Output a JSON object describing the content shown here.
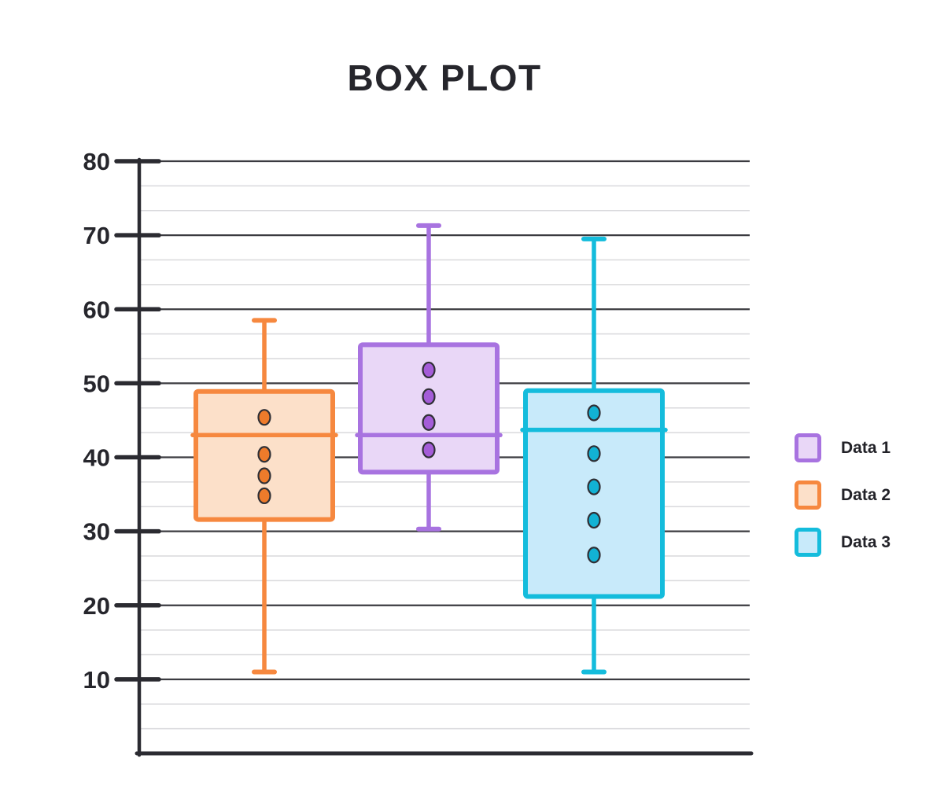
{
  "chart_data": {
    "type": "box",
    "title": "BOX PLOT",
    "xlabel": "",
    "ylabel": "",
    "ylim": [
      0,
      80
    ],
    "yticks": [
      10,
      20,
      30,
      40,
      50,
      60,
      70,
      80
    ],
    "minor_divisions_per_major": 3,
    "grid": "major-dark-minor-light",
    "legend_position": "right",
    "colors": {
      "axis": "#2b2b31",
      "major_grid": "#3b3b40",
      "minor_grid": "#d9d9dc",
      "text": "#26262c",
      "point_outline": "#2f2f35"
    },
    "series": [
      {
        "name": "Data 1",
        "slot": 1,
        "color": "#a873e0",
        "fill": "#e9d7f7",
        "point_color": "#a45cd8",
        "whisker_low": 30.3,
        "q1": 38,
        "median": 43,
        "q3": 55.2,
        "whisker_high": 71.3,
        "points": [
          51.8,
          48.2,
          44.7,
          41
        ]
      },
      {
        "name": "Data 2",
        "slot": 0,
        "color": "#f6883f",
        "fill": "#fce0c9",
        "point_color": "#ee7b2b",
        "whisker_low": 11,
        "q1": 31.6,
        "median": 43,
        "q3": 48.9,
        "whisker_high": 58.5,
        "points": [
          45.4,
          40.4,
          37.5,
          34.8
        ]
      },
      {
        "name": "Data 3",
        "slot": 2,
        "color": "#14bcdc",
        "fill": "#c8eafa",
        "point_color": "#12b2d4",
        "whisker_low": 11,
        "q1": 21.2,
        "median": 43.7,
        "q3": 49,
        "whisker_high": 69.5,
        "points": [
          46,
          40.5,
          36,
          31.5,
          26.8
        ]
      }
    ]
  }
}
